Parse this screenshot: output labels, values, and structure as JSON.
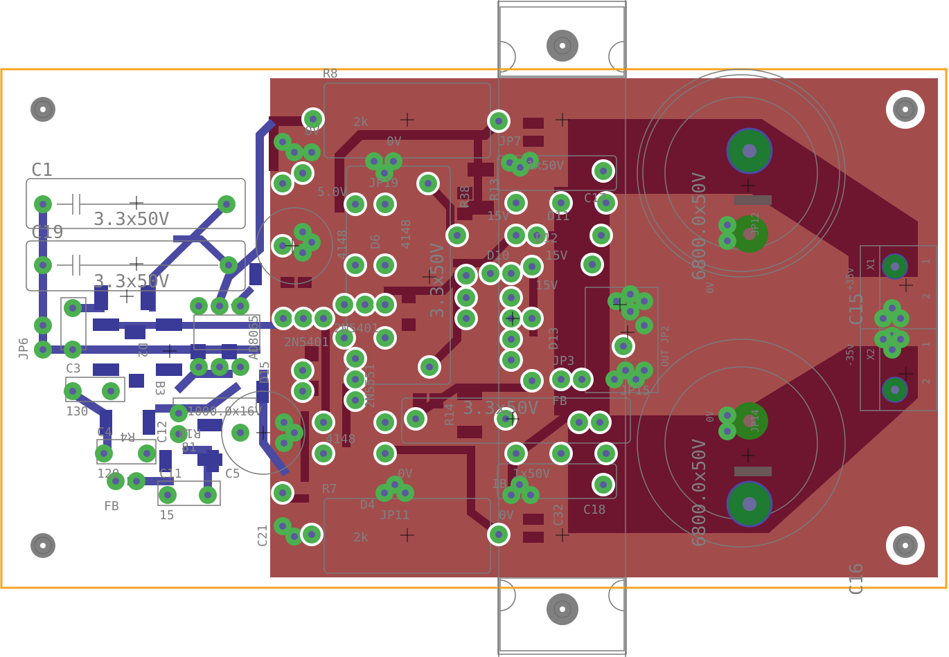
{
  "colors": {
    "copper_top_fill": "#a34c4c",
    "copper_top_trace": "#6e1530",
    "copper_bottom": "#4a4aa3",
    "pad": "#4caf50",
    "pad_dark": "#1f7a32",
    "silkscreen": "#7a7a7a",
    "board_outline": "#f5a623",
    "mount_hole": "#808080"
  },
  "labels": {
    "c1": "C1",
    "c1_value": "3.3x50V",
    "c19": "C19",
    "c19_value": "3.3x50V",
    "jp6": "JP6",
    "r130": "130",
    "c3": "C3",
    "c4": "C4",
    "r4": "R4",
    "c12": "C12",
    "r120": "120",
    "fb_left": "FB",
    "c11": "C11",
    "c5": "C5",
    "r15": "15",
    "r18": "R18",
    "r81": "81",
    "ad": "AD8065",
    "d2": "D2",
    "b3": "B3",
    "c_big_left": "1000.0x16V",
    "r8": "R8",
    "r8_value": "2k",
    "r7": "R7",
    "r7_value": "2k",
    "zero_v_top": "0V",
    "zero_v_top2": "0V",
    "five_v": "5.0V",
    "jp19": "JP19",
    "jp11": "JP11",
    "zero_v_bottom": "0V",
    "d4": "D4",
    "d6": "D6",
    "d_4148_a": "4148",
    "d_4148_b": "4148",
    "d_4148_c": "4148",
    "q_2n5401": "2N5401",
    "q_2n5401b": "2N5401",
    "q_2n5551": "2N5551",
    "c21": "C21",
    "c_mid_value": "3.3x50V",
    "c_mid_value2": "3.3x50V",
    "jp7": "JP7",
    "jp3": "JP3",
    "jp15": "JP15",
    "fifteen_v_a": "15V",
    "fifteen_v_b": "15V",
    "fifteen_v_c": "15V",
    "d10": "D10",
    "d11": "D11",
    "d12": "D12",
    "d13": "D13",
    "c17": "C17",
    "c18": "C18",
    "c50v_a": "1x50V",
    "c50v_b": "1x50V",
    "fb_mid": "FB",
    "r14": "R14",
    "r13": "R13",
    "r38": "R38",
    "c32": "C32",
    "zero_v_mid": "0V",
    "out": "OUT JP2",
    "c15": "C15",
    "c16": "C16",
    "cap_big_value": "6800.0x50V",
    "cap_big_value2": "6800.0x50V",
    "plus35": "+35v",
    "minus35": "-35v",
    "x1": "X1",
    "x2": "X2",
    "pin1": "1",
    "pin2": "2",
    "pin1b": "1",
    "pin2b": "2",
    "zero_v_small": "0V",
    "zero_v_small2": "0V",
    "jp12": "JP12",
    "jp14": "JP14",
    "ib": "IB",
    "d15": "D15"
  }
}
